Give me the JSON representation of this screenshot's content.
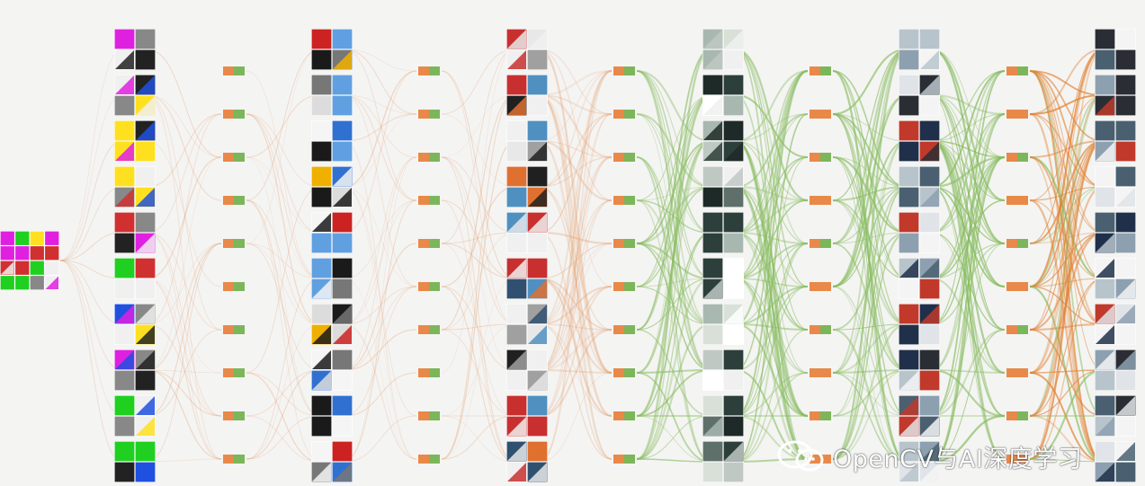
{
  "diagram": {
    "type": "layered-network",
    "description_colors": {
      "background": "#f4f4f3",
      "node_orange": "#e8894a",
      "node_green": "#7cb65b",
      "edge_orange": "#e39a68",
      "edge_green": "#86bb5e",
      "edge_dark_orange": "#e07f2e"
    },
    "layers": [
      {
        "id": "L0",
        "kind": "thumb",
        "count": 1
      },
      {
        "id": "T1",
        "kind": "thumb",
        "count": 10
      },
      {
        "id": "N1",
        "kind": "node",
        "count": 10
      },
      {
        "id": "T2",
        "kind": "thumb",
        "count": 10
      },
      {
        "id": "N2",
        "kind": "node",
        "count": 10
      },
      {
        "id": "T3",
        "kind": "thumb",
        "count": 10
      },
      {
        "id": "N3",
        "kind": "node",
        "count": 10
      },
      {
        "id": "T4",
        "kind": "thumb",
        "count": 10
      },
      {
        "id": "N4",
        "kind": "node",
        "count": 10
      },
      {
        "id": "T5",
        "kind": "thumb",
        "count": 10
      },
      {
        "id": "N5",
        "kind": "node",
        "count": 10
      },
      {
        "id": "T6",
        "kind": "thumb",
        "count": 10
      }
    ]
  },
  "watermark": {
    "text": "OpenCV与AI深度学习",
    "icon": "wechat-icon"
  }
}
